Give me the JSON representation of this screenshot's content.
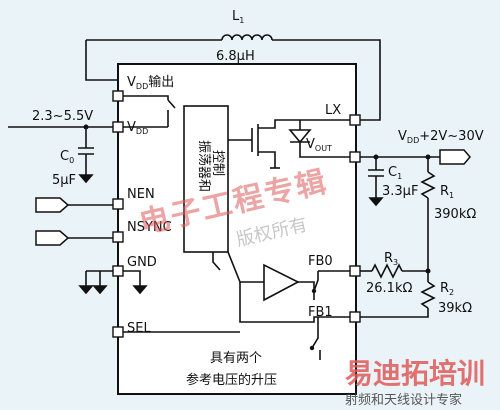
{
  "colors": {
    "background": "#eaf3f7",
    "line": "#111111",
    "pin_fill": "#ffffff",
    "watermark_red": "#e05a5a",
    "watermark_gray": "#9a9a9a",
    "watermark_dark": "#3a3a3a"
  },
  "inductor": {
    "ref": "L",
    "ref_sub": "1",
    "value": "6.8μH"
  },
  "pins": {
    "vdd_out": "V",
    "vdd_out_sub": "DD",
    "vdd_out_suffix": "输出",
    "vdd_in": "V",
    "vdd_in_sub": "DD",
    "nen": "NEN",
    "nsync": "NSYNC",
    "gnd": "GND",
    "sel": "SEL",
    "lx": "LX",
    "fb0": "FB0",
    "fb1": "FB1",
    "vout": "V",
    "vout_sub": "OUT"
  },
  "input_voltage": "2.3~5.5V",
  "output_voltage": {
    "prefix": "V",
    "sub": "DD",
    "suffix": "+2V~30V"
  },
  "c0": {
    "ref": "C",
    "ref_sub": "0",
    "value": "5μF"
  },
  "c1": {
    "ref": "C",
    "ref_sub": "1",
    "value": "3.3μF"
  },
  "r1": {
    "ref": "R",
    "ref_sub": "1",
    "value": "390kΩ"
  },
  "r2": {
    "ref": "R",
    "ref_sub": "2",
    "value": "39kΩ"
  },
  "r3": {
    "ref": "R",
    "ref_sub": "3",
    "value": "26.1kΩ"
  },
  "oscillator": {
    "line1": "振荡器和",
    "line2": "控制"
  },
  "caption": {
    "line1": "具有两个",
    "line2": "参考电压的升压"
  },
  "watermark": {
    "main": "电子工程专辑",
    "rights": "版权所有",
    "brand": "易迪拓培训",
    "tagline": "射频和天线设计专家"
  }
}
